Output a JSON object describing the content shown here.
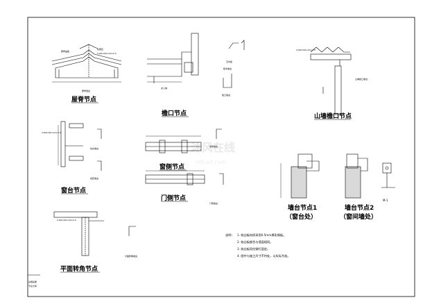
{
  "watermark": {
    "main": "沐风在线",
    "sub": "mfcad.com"
  },
  "title_block": {
    "line1": "彩钢房屋",
    "line2": "节点大样"
  },
  "details": {
    "ridge": {
      "title": "屋脊节点",
      "label_a": "屋脊盖板",
      "label_b": "彩钢瓦",
      "label_c": "C160×60×20×2.5",
      "label_d": "屋脊收边"
    },
    "eave": {
      "title": "檐口节点",
      "label_a": "女儿墙",
      "label_b": "檐口收边",
      "label_c": "泛水板",
      "label_d": "檐沟收边"
    },
    "gable_eave": {
      "title": "山墙檐口节点",
      "label_a": "C160×60×20×2.5",
      "label_b": "山墙檐口收边"
    },
    "window_sill": {
      "title": "窗台节点",
      "label_a": "C160×60×20×2.5",
      "label_b": "窗台收边",
      "label_c": "窗套收边"
    },
    "window_side": {
      "title": "窗侧节点",
      "label_a": "窗侧收边"
    },
    "door_side": {
      "title": "门侧节点",
      "label_a": "门侧收边"
    },
    "wall_sill_1": {
      "title": "墙台节点1",
      "subtitle": "（窗台处）"
    },
    "wall_sill_2": {
      "title": "墙台节点2",
      "subtitle": "（窗间墙处）"
    },
    "corner": {
      "title": "平面转角节点",
      "label_a": "C160×60×20×2.5",
      "label_b": "平面转角收边"
    },
    "mark_m1": {
      "label": "M-1"
    }
  },
  "notes": {
    "heading": "说明：",
    "lines": [
      "1. 收边板材质采用0.5mm厚彩钢板。",
      "2. 收边板颜色与墙面相同。",
      "3. 收边板用拉铆钉固定。",
      "4. 图中与施工尺寸不符处，以实际为准。"
    ]
  }
}
